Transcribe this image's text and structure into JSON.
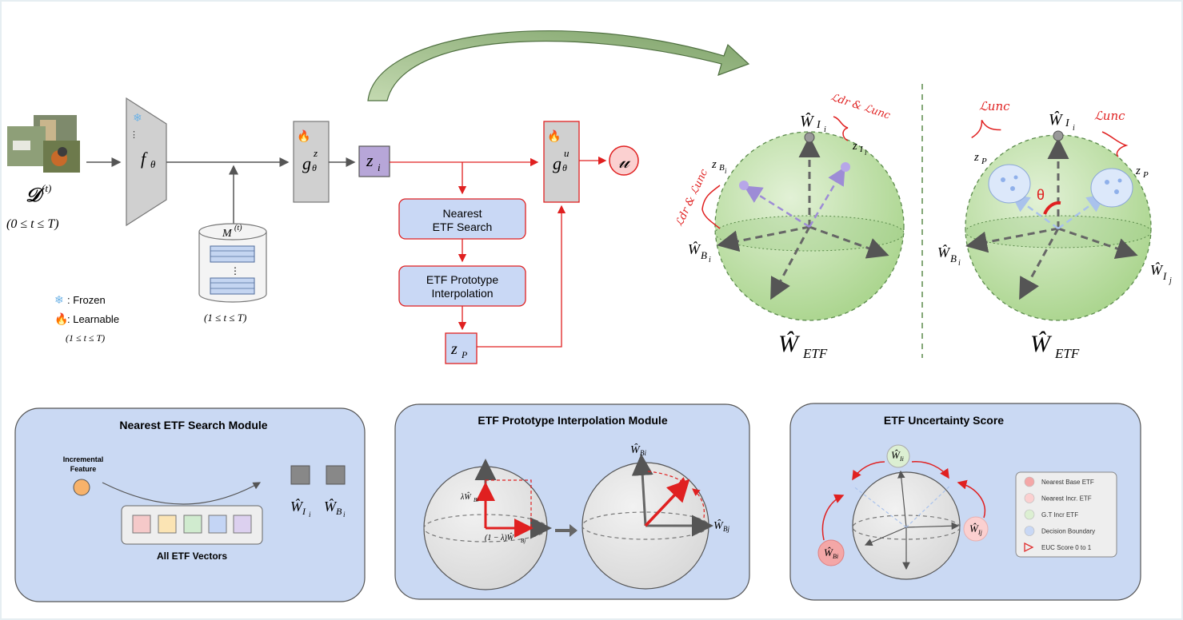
{
  "dataset": {
    "label": "𝒟",
    "sup": "(t)",
    "range": "(0 ≤ t ≤ T)"
  },
  "backbone": {
    "label": "f",
    "sub": "θ"
  },
  "memory": {
    "label": "M",
    "sup": "(t)",
    "ellipsis": "⋮",
    "range": "(1 ≤ t ≤ T)"
  },
  "proj_z": {
    "label": "g",
    "sup": "z",
    "sub": "θ"
  },
  "zi": {
    "label": "z",
    "sub": "i"
  },
  "proj_u": {
    "label": "g",
    "sup": "u",
    "sub": "θ"
  },
  "output_u": {
    "label": "𝓊"
  },
  "nearest_box": {
    "line1": "Nearest",
    "line2": "ETF Search"
  },
  "interp_box": {
    "line1": "ETF Prototype",
    "line2": "Interpolation"
  },
  "zp": {
    "label": "z",
    "sub": "P"
  },
  "legend": {
    "frozen": ": Frozen",
    "learnable": " : Learnable",
    "range": "(1 ≤ t ≤ T)"
  },
  "sphere_left": {
    "caption": "Ŵ",
    "caption_sub": "ETF",
    "w_i": "Ŵ",
    "w_i_sub": "I",
    "w_i_subsub": "i",
    "w_b": "Ŵ",
    "w_b_sub": "B",
    "w_b_subsub": "i",
    "z_b": "z",
    "z_b_sub": "B",
    "z_b_subsub": "i",
    "z_i": "z",
    "z_i_sub": "I",
    "z_i_subsub": "i",
    "loss_top": "ℒdr & ℒunc",
    "loss_left": "ℒdr & ℒunc"
  },
  "sphere_right": {
    "caption": "Ŵ",
    "caption_sub": "ETF",
    "w_i": "Ŵ",
    "w_i_sub": "I",
    "w_i_subsub": "i",
    "w_b": "Ŵ",
    "w_b_sub": "B",
    "w_b_subsub": "i",
    "w_j": "Ŵ",
    "w_j_sub": "I",
    "w_j_subsub": "j",
    "zp_left": "z",
    "zp_left_sub": "P",
    "zp_right": "z",
    "zp_right_sub": "P",
    "theta": "θ",
    "loss_left": "ℒunc",
    "loss_right": "ℒunc"
  },
  "panel_nearest": {
    "title": "Nearest ETF Search Module",
    "feature_label_1": "Incremental",
    "feature_label_2": "Feature",
    "vectors_label": "All ETF Vectors",
    "out1": "Ŵ",
    "out1_sub": "I",
    "out1_subsub": "i",
    "out2": "Ŵ",
    "out2_sub": "B",
    "out2_subsub": "i"
  },
  "panel_interp": {
    "title": "ETF Prototype Interpolation Module",
    "lambda_label": "λŴ",
    "lambda_sub": "Bi",
    "one_minus": "(1 − λ)Ŵ",
    "one_minus_sub": "Bj",
    "top_label": "Ŵ",
    "top_sub": "Bi",
    "right_label": "Ŵ",
    "right_sub": "Bj"
  },
  "panel_uncert": {
    "title": "ETF Uncertainty Score",
    "w_i": "Ŵ",
    "w_i_sub": "Ii",
    "w_j": "Ŵ",
    "w_j_sub": "Ij",
    "w_b": "Ŵ",
    "w_b_sub": "Bi",
    "legend": [
      {
        "label": "Nearest Base ETF",
        "color": "#f4a7a7"
      },
      {
        "label": "Nearest Incr. ETF",
        "color": "#fbd0d0"
      },
      {
        "label": "G.T Incr ETF",
        "color": "#dcefd2"
      },
      {
        "label": "Decision Boundary",
        "color": "#c9d8f5"
      },
      {
        "label": "EUC Score 0 to 1",
        "color": "#e03030"
      }
    ]
  },
  "colors": {
    "red": "#e02020",
    "panel": "#cad9f3",
    "sphere": "#b9dca0",
    "box": "#cfcfcf",
    "purple": "#b7a6d8"
  }
}
